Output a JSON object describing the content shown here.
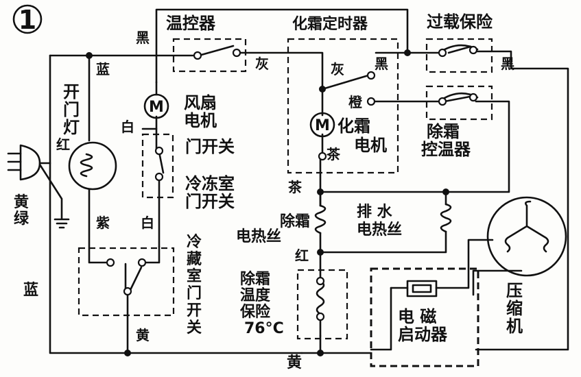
{
  "diagram": {
    "number": "1",
    "labels": {
      "thermostat": "温控器",
      "defrost_timer": "化霜定时器",
      "overload_protector": "过载保险",
      "fan_motor": "风扇\n电机",
      "defrost_motor": "化霜\n电机",
      "defrost_thermostat": "除霜\n控温器",
      "door_light": "开\n门\n灯",
      "freezer_door_switch": "门开关",
      "freezer_door_switch_title": "冷冻室\n门开关",
      "fridge_door_switch": "冷\n藏\n室\n门\n开\n关",
      "defrost_heater": "除霜\n电热丝",
      "drain_heater": "排  水\n电热丝",
      "defrost_fuse": "除霜\n温度\n保险\n76°C",
      "starter_relay": "电   磁\n启动器",
      "compressor": "压\n缩\n机",
      "motor_letter": "M",
      "ground_wire": "黄\n绿"
    },
    "wire_colors": {
      "black": "黑",
      "blue": "蓝",
      "gray": "灰",
      "white": "白",
      "red": "红",
      "purple": "紫",
      "orange": "橙",
      "brown": "茶",
      "yellow": "黄"
    }
  }
}
